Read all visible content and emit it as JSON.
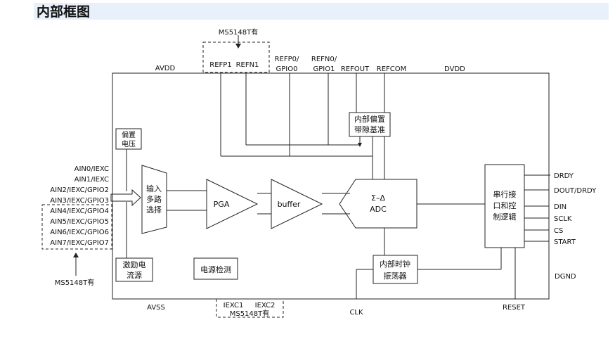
{
  "title": "内部框图",
  "top_note": "MS5148T有",
  "left_note": "MS5148T有",
  "bottom_note": "MS5148T有",
  "pins_top": {
    "avdd": "AVDD",
    "refp1": "REFP1",
    "refn1": "REFN1",
    "refp0_a": "REFP0/",
    "refp0_b": "GPIO0",
    "refn0_a": "REFN0/",
    "refn0_b": "GPIO1",
    "refout": "REFOUT",
    "refcom": "REFCOM",
    "dvdd": "DVDD"
  },
  "pins_left": [
    "AIN0/IEXC",
    "AIN1/IEXC",
    "AIN2/IEXC/GPIO2",
    "AIN3/IEXC/GPIO3",
    "AIN4/IEXC/GPIO4",
    "AIN5/IEXC/GPIO5",
    "AIN6/IEXC/GPIO6",
    "AIN7/IEXC/GPIO7"
  ],
  "pins_right": [
    "DRDY",
    "DOUT/DRDY",
    "DIN",
    "SCLK",
    "CS",
    "START"
  ],
  "pins_bottom": {
    "avss": "AVSS",
    "iexc1": "IEXC1",
    "iexc2": "IEXC2",
    "clk": "CLK",
    "reset": "RESET",
    "dgnd": "DGND"
  },
  "blocks": {
    "bias_1": "偏置",
    "bias_2": "电压",
    "ref_1": "内部偏置",
    "ref_2": "带隙基准",
    "mux_1": "输入",
    "mux_2": "多路",
    "mux_3": "选择",
    "pga": "PGA",
    "buffer": "buffer",
    "adc_1": "Σ–Δ",
    "adc_2": "ADC",
    "serial_1": "串行接",
    "serial_2": "口和控",
    "serial_3": "制逻辑",
    "exc_1": "激励电",
    "exc_2": "流源",
    "power": "电源检测",
    "clock_1": "内部时钟",
    "clock_2": "振荡器"
  },
  "colors": {
    "line": "#222222",
    "title_bg": "#e8f1fb"
  }
}
